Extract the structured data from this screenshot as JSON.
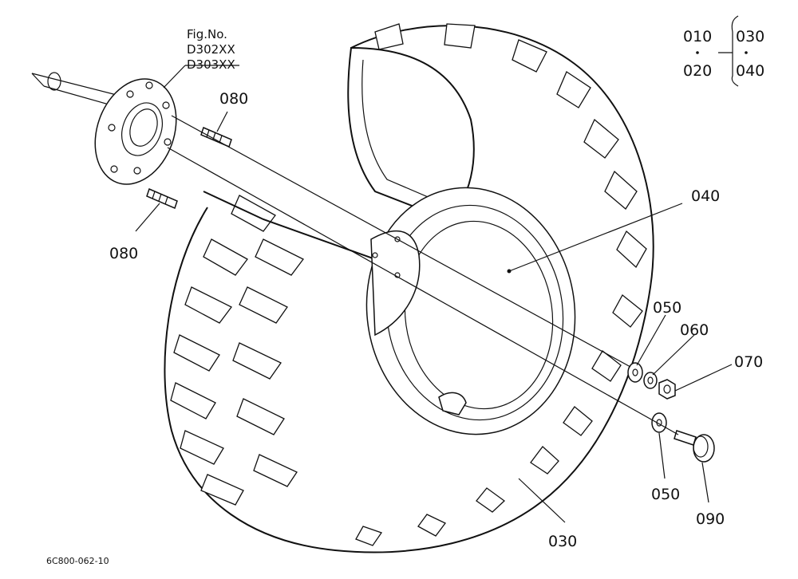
{
  "figure": {
    "fig_label": "Fig.No.",
    "fig_numbers": [
      "D302XX",
      "D303XX"
    ],
    "drawing_code": "6C800-062-10"
  },
  "legend": {
    "left_top": "010",
    "left_bottom": "020",
    "right_top": "030",
    "right_bottom": "040"
  },
  "callouts": {
    "stud_upper": "080",
    "stud_lower": "080",
    "rim": "040",
    "washer_upper": "050",
    "lock_washer": "060",
    "nut": "070",
    "washer_lower": "050",
    "valve": "090",
    "tire": "030"
  }
}
